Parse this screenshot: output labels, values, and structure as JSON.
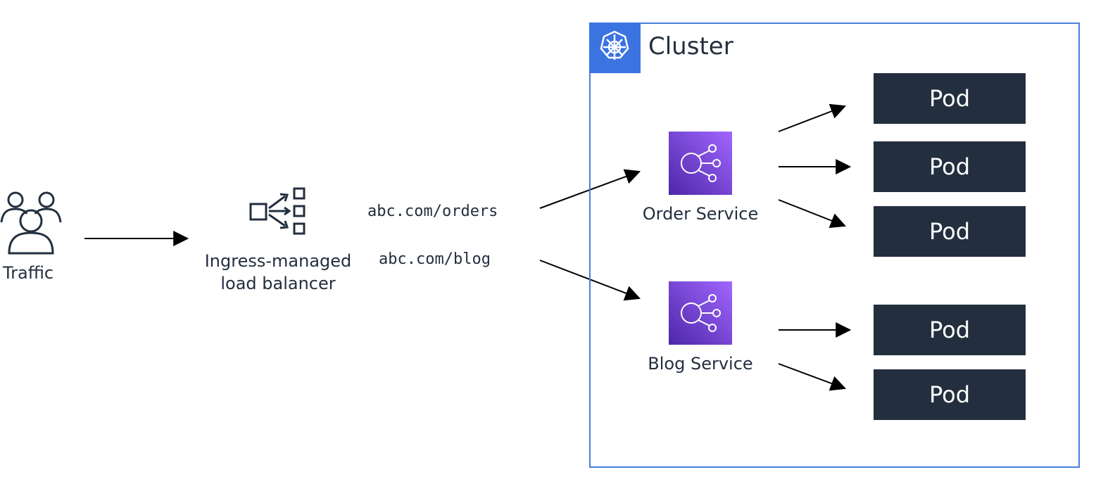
{
  "traffic": {
    "label": "Traffic",
    "icon": "users-icon"
  },
  "load_balancer": {
    "line1": "Ingress-managed",
    "line2": "load balancer",
    "icon": "load-balancer-icon"
  },
  "routes": [
    {
      "path": "abc.com/orders"
    },
    {
      "path": "abc.com/blog"
    }
  ],
  "cluster": {
    "title": "Cluster",
    "icon": "kubernetes-helm-icon",
    "accent": "#3b73e0",
    "border": "#4a7fd9"
  },
  "services": [
    {
      "label": "Order Service",
      "icon": "service-endpoints-icon"
    },
    {
      "label": "Blog Service",
      "icon": "service-endpoints-icon"
    }
  ],
  "pods": [
    {
      "label": "Pod"
    },
    {
      "label": "Pod"
    },
    {
      "label": "Pod"
    },
    {
      "label": "Pod"
    },
    {
      "label": "Pod"
    }
  ],
  "colors": {
    "text": "#232f3e",
    "pod_bg": "#232f3e",
    "service_gradient": [
      "#4d27a8",
      "#a166ff"
    ]
  }
}
